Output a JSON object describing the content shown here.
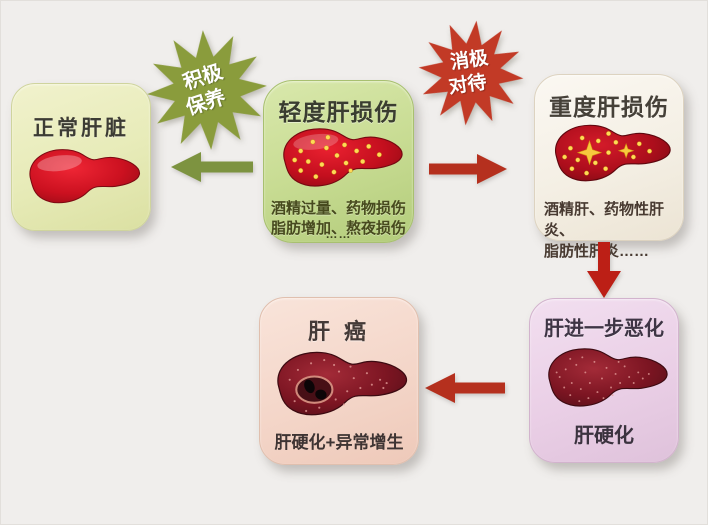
{
  "page": {
    "background_color": "#f0eeec",
    "description_domain": "liver disease progression flow diagram"
  },
  "nodes": {
    "normal": {
      "title": "正常肝脏"
    },
    "mild": {
      "title": "轻度肝损伤",
      "caption_line1": "酒精过量、药物损伤",
      "caption_line2": "脂肪增加、熬夜损伤",
      "ellipsis": "……"
    },
    "severe": {
      "title": "重度肝损伤",
      "caption_line1": "酒精肝、药物性肝炎、",
      "caption_line2": "脂肪性肝炎……"
    },
    "worse": {
      "title": "肝进一步恶化",
      "label": "肝硬化"
    },
    "cancer": {
      "title": "肝 癌",
      "label": "肝硬化+异常增生"
    }
  },
  "badges": {
    "positive": {
      "line1": "积极",
      "line2": "保养",
      "color": "#8a9c3c"
    },
    "negative": {
      "line1": "消极",
      "line2": "对待",
      "color": "#c23a26"
    }
  },
  "colors": {
    "green_arrow": "#7d9340",
    "red_arrow": "#b5301e",
    "red_arrow_down": "#bc1f16",
    "liver_bright_red": "#c8101f",
    "liver_dark_maroon": "#7c1420",
    "spot_yellow": "#ffd957"
  }
}
